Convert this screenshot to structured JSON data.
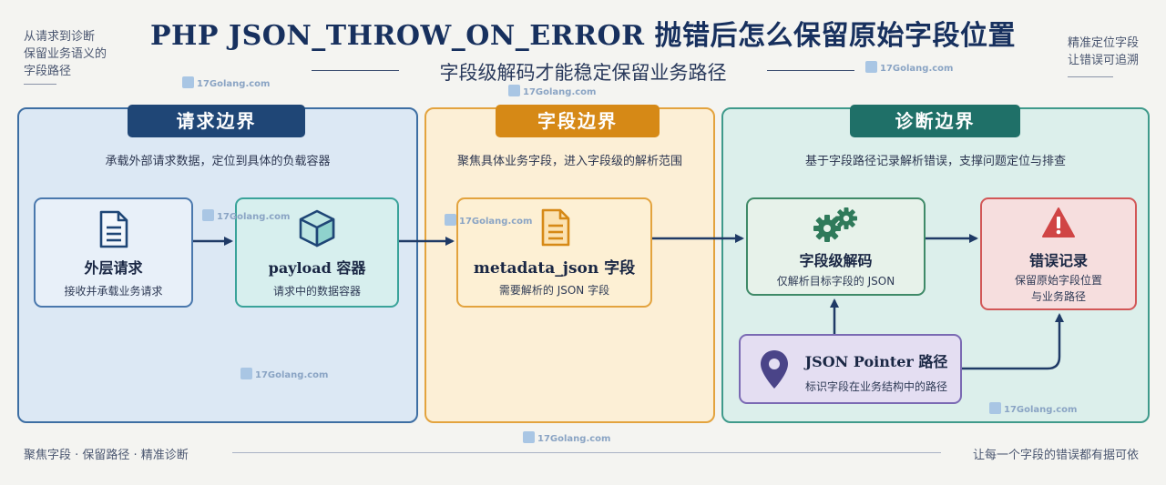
{
  "title": "PHP JSON_THROW_ON_ERROR 抛错后怎么保留原始字段位置",
  "subtitle": "字段级解码才能稳定保留业务路径",
  "side_left": [
    "从请求到诊断",
    "保留业务语义的",
    "字段路径"
  ],
  "side_right": [
    "精准定位字段",
    "让错误可追溯"
  ],
  "watermark": "17Golang.com",
  "panels": {
    "request": {
      "badge": "请求边界",
      "desc": "承载外部请求数据，定位到具体的负载容器"
    },
    "field": {
      "badge": "字段边界",
      "desc": "聚焦具体业务字段，进入字段级的解析范围"
    },
    "diag": {
      "badge": "诊断边界",
      "desc": "基于字段路径记录解析错误，支撑问题定位与排查"
    }
  },
  "cards": {
    "outer": {
      "title": "外层请求",
      "sub": "接收并承载业务请求",
      "icon": "document-icon"
    },
    "payload": {
      "title": "payload 容器",
      "sub": "请求中的数据容器",
      "icon": "cube-icon"
    },
    "metadata": {
      "title": "metadata_json 字段",
      "sub": "需要解析的 JSON 字段",
      "icon": "document-icon"
    },
    "decode": {
      "title": "字段级解码",
      "sub": "仅解析目标字段的 JSON",
      "icon": "gears-icon"
    },
    "error": {
      "title": "错误记录",
      "sub1": "保留原始字段位置",
      "sub2": "与业务路径",
      "icon": "warning-icon"
    },
    "pointer": {
      "title": "JSON Pointer 路径",
      "sub": "标识字段在业务结构中的路径",
      "icon": "location-pin-icon"
    }
  },
  "footer_left": "聚焦字段 · 保留路径 · 精准诊断",
  "footer_right": "让每一个字段的错误都有据可依",
  "colors": {
    "navy": "#1f4676",
    "orange": "#d68916",
    "teal": "#1f7068",
    "arrow": "#1f3a66",
    "error_red": "#d04545",
    "pointer_purple": "#4a4488"
  }
}
